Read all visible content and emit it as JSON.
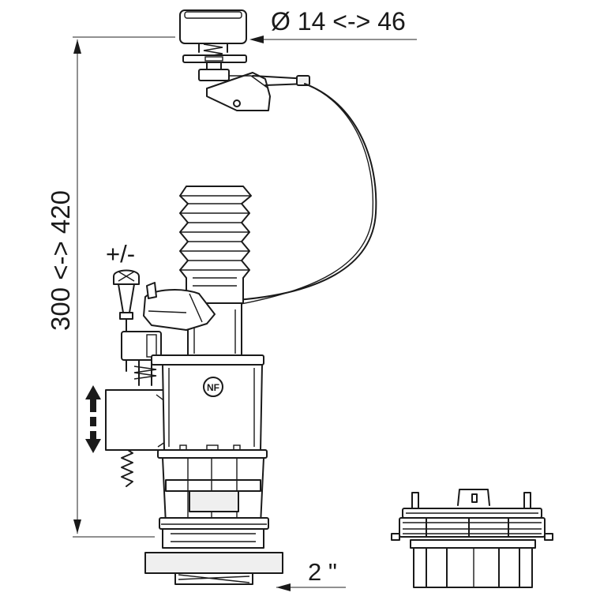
{
  "labels": {
    "button_diameter": "Ø 14 <-> 46",
    "height_range": "300 <-> 420",
    "adjust": "+/-",
    "thread_size": "2 \"",
    "logo": "NF"
  }
}
